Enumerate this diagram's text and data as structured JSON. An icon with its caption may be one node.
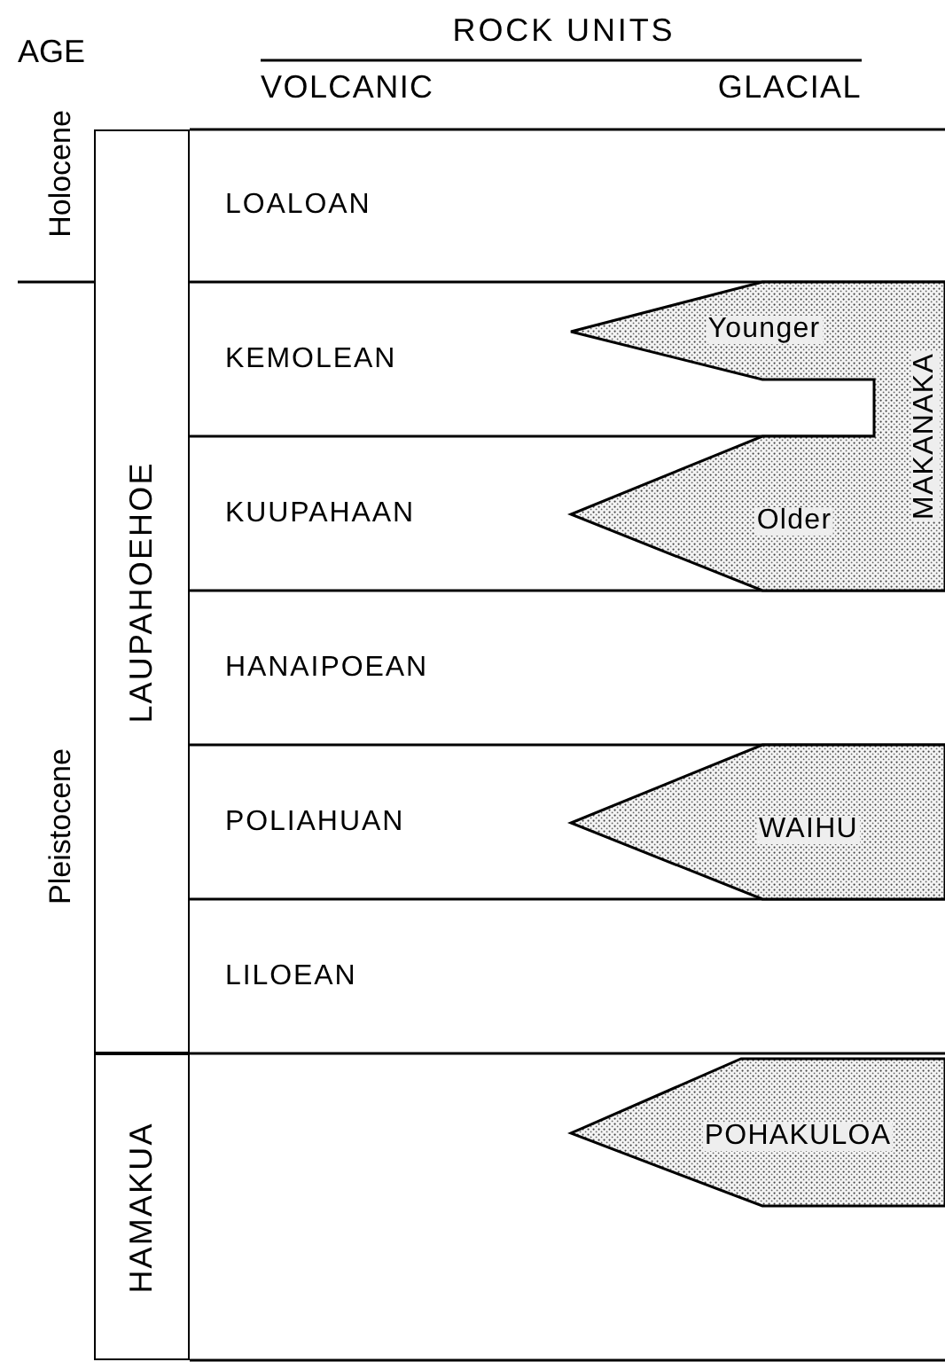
{
  "diagram": {
    "nodes": [
      {
        "text": [
          "LAUPAHOEHOE"
        ]
      },
      {
        "text": [
          "LOALOAN"
        ]
      },
      {
        "text": [
          "KEMOLEAN"
        ]
      },
      {
        "text": [
          "KUUPAHAAN"
        ]
      },
      {
        "text": [
          "HANAIPOEAN"
        ]
      },
      {
        "text": [
          "POLIAHUAN"
        ]
      },
      {
        "text": [
          "WAIHU"
        ]
      },
      {
        "text": [
          "LILOEAN"
        ]
      },
      {
        "text": [
          "HAMAKUA"
        ]
      },
      {
        "text": [
          "POHAKULOA"
        ]
      },
      {
        "text": [
          "Younger",
          "Older",
          "MAKANAKA"
        ]
      }
    ],
    "labels": [
      "AGE",
      "ROCK UNITS",
      "VOLCANIC",
      "GLACIAL",
      "Holocene",
      "Pleistocene"
    ]
  }
}
